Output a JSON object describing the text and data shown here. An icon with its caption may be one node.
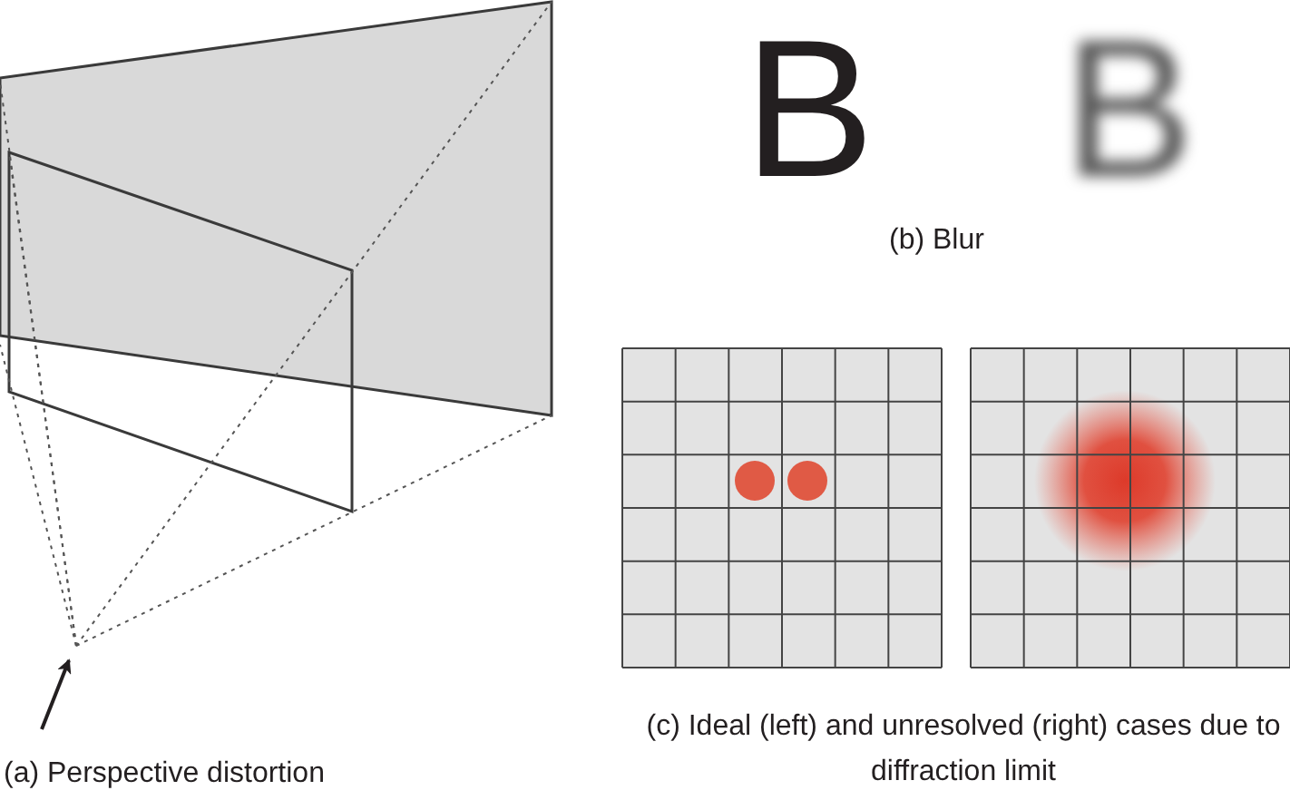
{
  "diagram": {
    "labels": [
      "B",
      "B",
      "(b) Blur",
      "(a) Perspective distortion",
      "(c) Ideal (left) and unresolved (right) cases due to diffraction limit"
    ]
  }
}
